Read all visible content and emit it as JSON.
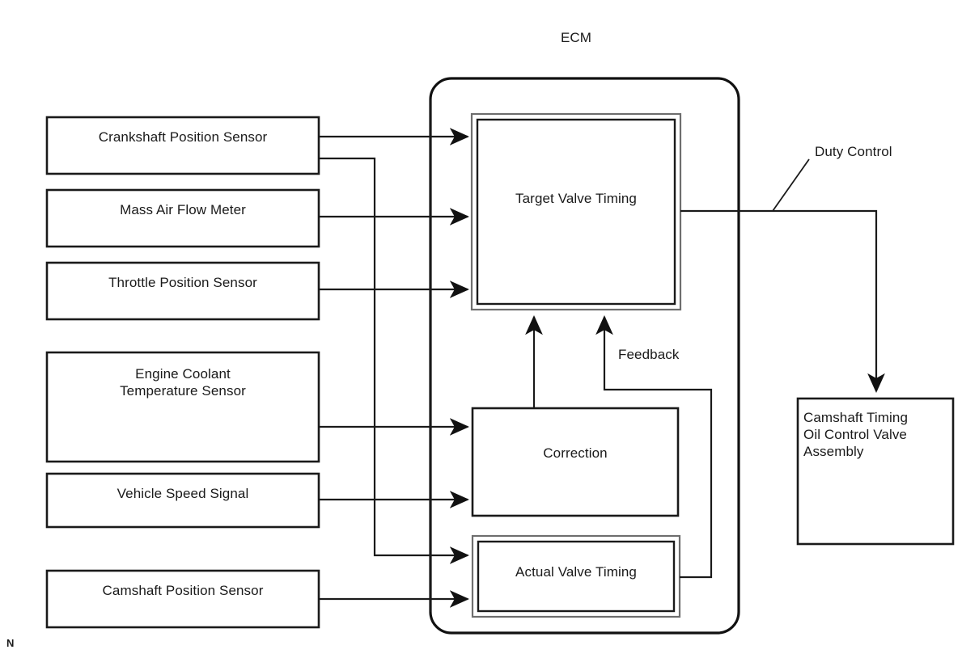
{
  "diagram": {
    "title": "ECM",
    "corner_mark": "N",
    "colors": {
      "stroke": "#1a1a1a",
      "background": "#ffffff",
      "double_border_outer": "#6e6e6e"
    }
  },
  "sensors": [
    {
      "id": "crankshaft-position-sensor",
      "label": "Crankshaft Position Sensor"
    },
    {
      "id": "mass-air-flow-meter",
      "label": "Mass Air Flow Meter"
    },
    {
      "id": "throttle-position-sensor",
      "label": "Throttle Position Sensor"
    },
    {
      "id": "engine-coolant-temperature-sensor",
      "label": "Engine Coolant\nTemperature Sensor"
    },
    {
      "id": "vehicle-speed-signal",
      "label": "Vehicle Speed Signal"
    },
    {
      "id": "camshaft-position-sensor",
      "label": "Camshaft Position Sensor"
    }
  ],
  "ecm": {
    "label": "ECM",
    "blocks": [
      {
        "id": "target-valve-timing",
        "label": "Target Valve Timing"
      },
      {
        "id": "correction",
        "label": "Correction"
      },
      {
        "id": "actual-valve-timing",
        "label": "Actual Valve Timing"
      }
    ]
  },
  "signals": {
    "duty_control": "Duty Control",
    "feedback": "Feedback"
  },
  "actuator": {
    "id": "camshaft-timing-oil-control-valve-assembly",
    "label": "Camshaft Timing\nOil Control Valve\nAssembly"
  }
}
